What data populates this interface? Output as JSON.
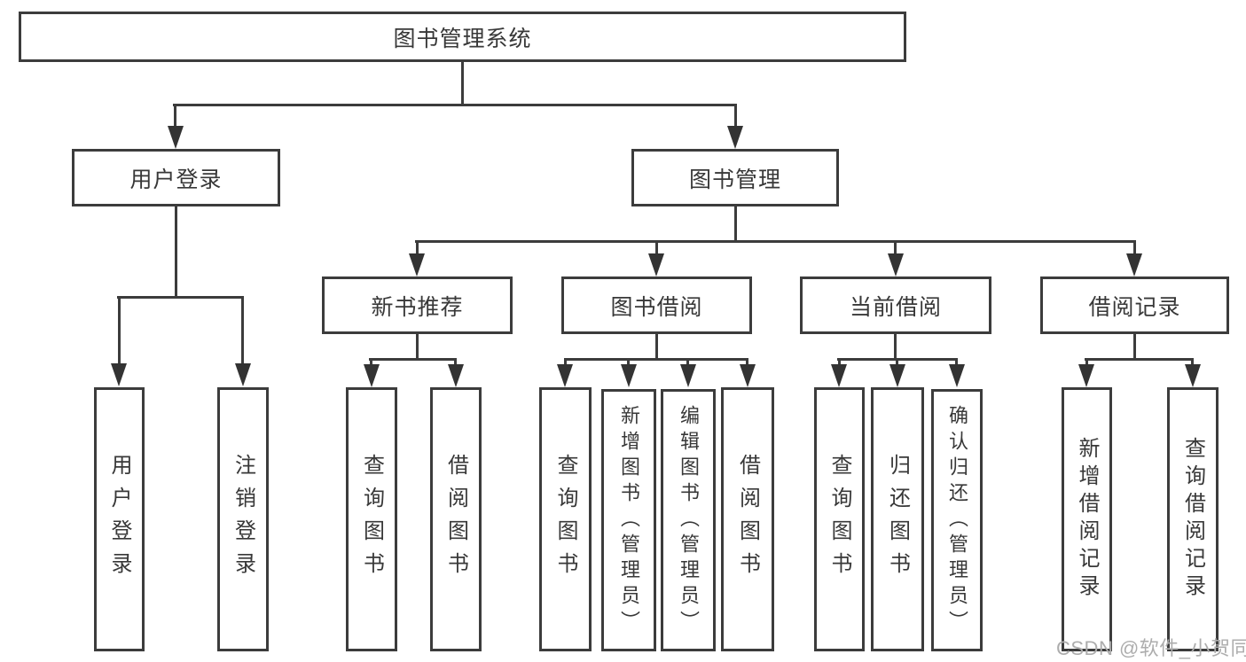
{
  "diagram_title": "图书管理系统",
  "nodes": {
    "root": {
      "label": "图书管理系统"
    },
    "user_login": {
      "label": "用户登录"
    },
    "book_management": {
      "label": "图书管理"
    },
    "new_book_recommend": {
      "label": "新书推荐"
    },
    "book_borrowing": {
      "label": "图书借阅"
    },
    "current_borrowing": {
      "label": "当前借阅"
    },
    "borrowing_records": {
      "label": "借阅记录"
    },
    "login": {
      "label": "用户登录"
    },
    "logout": {
      "label": "注销登录"
    },
    "nb_query_books": {
      "label": "查询图书"
    },
    "nb_borrow_books": {
      "label": "借阅图书"
    },
    "bb_query_books": {
      "label": "查询图书"
    },
    "bb_add_books": {
      "label": "新增图书（管理员）"
    },
    "bb_edit_books": {
      "label": "编辑图书（管理员）"
    },
    "bb_borrow_books": {
      "label": "借阅图书"
    },
    "cb_query_books": {
      "label": "查询图书"
    },
    "cb_return_books": {
      "label": "归还图书"
    },
    "cb_confirm_return": {
      "label": "确认归还（管理员）"
    },
    "br_add_record": {
      "label": "新增借阅记录"
    },
    "br_query_record": {
      "label": "查询借阅记录"
    }
  },
  "edges": [
    [
      "root",
      "user_login"
    ],
    [
      "root",
      "book_management"
    ],
    [
      "user_login",
      "login"
    ],
    [
      "user_login",
      "logout"
    ],
    [
      "book_management",
      "new_book_recommend"
    ],
    [
      "book_management",
      "book_borrowing"
    ],
    [
      "book_management",
      "current_borrowing"
    ],
    [
      "book_management",
      "borrowing_records"
    ],
    [
      "new_book_recommend",
      "nb_query_books"
    ],
    [
      "new_book_recommend",
      "nb_borrow_books"
    ],
    [
      "book_borrowing",
      "bb_query_books"
    ],
    [
      "book_borrowing",
      "bb_add_books"
    ],
    [
      "book_borrowing",
      "bb_edit_books"
    ],
    [
      "book_borrowing",
      "bb_borrow_books"
    ],
    [
      "current_borrowing",
      "cb_query_books"
    ],
    [
      "current_borrowing",
      "cb_return_books"
    ],
    [
      "current_borrowing",
      "cb_confirm_return"
    ],
    [
      "borrowing_records",
      "br_add_record"
    ],
    [
      "borrowing_records",
      "br_query_record"
    ]
  ],
  "watermark": {
    "text": "CSDN @软件_小贺同学"
  },
  "colors": {
    "background": "#ffffff",
    "line": "#3c3c3c",
    "text": "#383838",
    "watermark": "#adadad"
  }
}
